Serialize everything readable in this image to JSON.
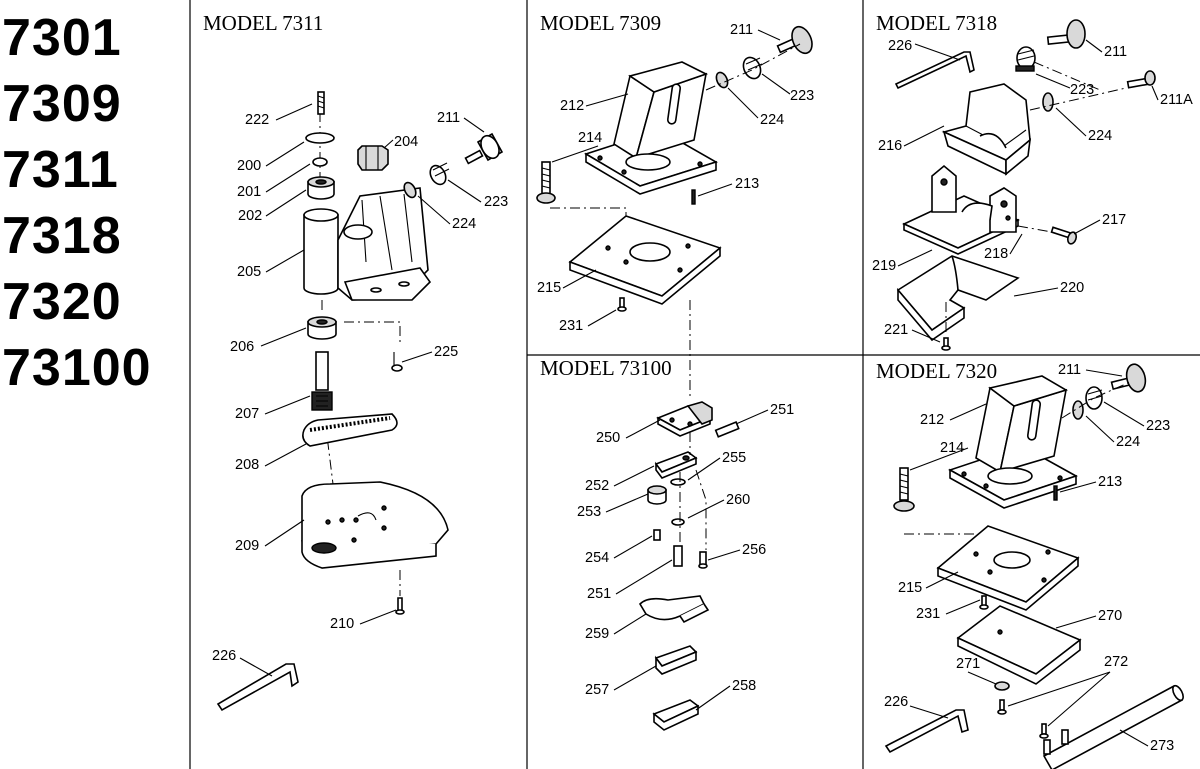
{
  "model_numbers": [
    "7301",
    "7309",
    "7311",
    "7318",
    "7320",
    "73100"
  ],
  "panels": {
    "p7311": {
      "title": "MODEL 7311",
      "parts": [
        "222",
        "200",
        "201",
        "202",
        "204",
        "211",
        "223",
        "224",
        "205",
        "206",
        "225",
        "207",
        "208",
        "209",
        "210",
        "226"
      ]
    },
    "p7309": {
      "title": "MODEL 7309",
      "parts": [
        "211",
        "223",
        "212",
        "224",
        "214",
        "213",
        "215",
        "231"
      ]
    },
    "p7318": {
      "title": "MODEL 7318",
      "parts": [
        "226",
        "211",
        "223",
        "211A",
        "216",
        "224",
        "217",
        "218",
        "219",
        "220",
        "221"
      ]
    },
    "p73100": {
      "title": "MODEL 73100",
      "parts": [
        "251",
        "250",
        "255",
        "252",
        "260",
        "253",
        "254",
        "256",
        "251",
        "259",
        "257",
        "258"
      ]
    },
    "p7320": {
      "title": "MODEL 7320",
      "parts": [
        "211",
        "212",
        "223",
        "224",
        "214",
        "213",
        "215",
        "231",
        "270",
        "271",
        "272",
        "226",
        "273"
      ]
    }
  }
}
